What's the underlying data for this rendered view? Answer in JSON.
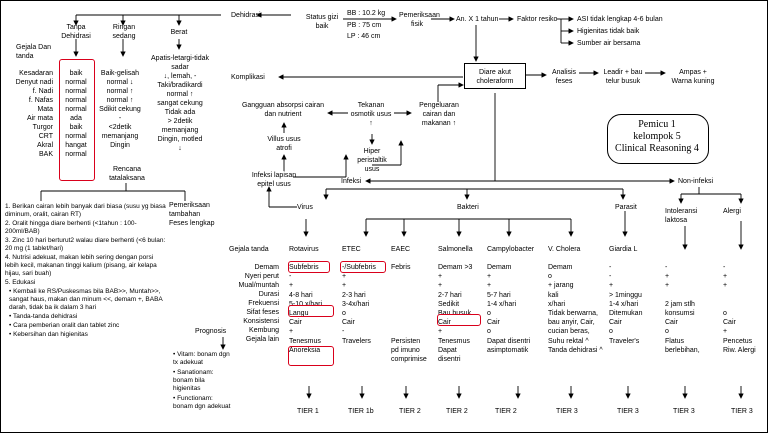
{
  "dehidrasi": {
    "root": "Dehidrasi",
    "tanpa": "Tanpa Dehidrasi",
    "ringan": "Ringan sedang",
    "berat": "Berat",
    "gejala_header": "Gejala Dan tanda",
    "labels": [
      "Kesadaran",
      "Denyut nadi",
      "f. Nadi",
      "f. Nafas",
      "Mata",
      "Air mata",
      "Turgor",
      "CRT",
      "Akral",
      "BAK"
    ],
    "tanpa_vals": [
      "baik",
      "normal",
      "normal",
      "normal",
      "normal",
      "ada",
      "baik",
      "normal",
      "hangat",
      "normal"
    ],
    "ringan_vals": [
      "Baik-gelisah",
      "normal ↓",
      "normal ↑",
      "normal ↑",
      "Sdikit cekung",
      "-",
      "<2detik",
      "memanjang",
      "Dingin",
      ""
    ],
    "berat_vals": [
      "Apatis-letargi-tidak sadar",
      "↓, lemah, -",
      "Taki/bradikardi",
      "normal ↑",
      "sangat cekung",
      "Tidak ada",
      "> 2detik",
      "memanjang",
      "Dingin, motled",
      "↓"
    ]
  },
  "status_gizi": {
    "label": "Status gizi baik",
    "bb": "BB : 10.2 kg",
    "pb": "PB : 75 cm",
    "lp": "LP : 46 cm",
    "pemeriksaan": "Pemeriksaan fisik",
    "an": "An. X 1 tahun",
    "faktor": "Faktor resiko",
    "faktor_items": [
      "ASI tidak lengkap 4-6 bulan",
      "Higienitas tidak baik",
      "Sumber air bersama"
    ]
  },
  "center": {
    "diare": "Diare akut choleraform",
    "analisis": "Analisis feses",
    "leadir": "Leadir + bau telur busuk",
    "ampas": "Ampas + Warna kuning",
    "komplikasi": "Komplikasi",
    "gangguan": "Gangguan absorpsi cairan dan nutrient",
    "tekanan": "Tekanan osmotik usus ↑",
    "pengeluaran": "Pengeluaran cairan dan makanan ↑",
    "villus": "Villus usus atrofi",
    "hiper": "Hiper peristaltik usus",
    "infeksi_lapisan": "Infeksi lapisan epitel usus",
    "infeksi": "Infeksi",
    "non_infeksi": "Non-infeksi"
  },
  "pemicu": {
    "line1": "Pemicu 1",
    "line2": "kelompok 5",
    "line3": "Clinical Reasoning 4"
  },
  "rencana": {
    "title": "Rencana tatalaksana",
    "items": [
      "1. Berikan cairan lebih banyak dari biasa (susu yg biasa diminum, oralit, cairan RT)",
      "2. Oralit hingga diare berhenti (<1tahun : 100-200ml/BAB)",
      "3. Zinc 10 hari berturut2 walau diare berhenti (<6 bulan: 20 mg (1 tablet/hari)",
      "4. Nutrisi adekuat, makan lebih sering dengan porsi lebih kecil, makanan tinggi kalium (pisang, air kelapa hijau, sari buah)",
      "5. Edukasi"
    ],
    "edukasi": [
      "• Kembali ke RS/Puskesmas bila BAB>>, Muntah>>, sangat haus, makan dan minum <<, demam +, BABA darah, tidak ba ik dalam 3 hari",
      "• Tanda-tanda dehidrasi",
      "• Cara pemberian oralit dan tablet zinc",
      "• Kebersihan dan higienitas"
    ],
    "pemeriksaan": "Pemeriksaan tambahan Feses lengkap"
  },
  "prognosis": {
    "title": "Prognosis",
    "items": [
      "• Vitam: bonam dgn tx adekuat",
      "• Sanationam: bonam bila higienitas",
      "• Functionam: bonam dgn adekuat"
    ]
  },
  "groups": {
    "virus": "Virus",
    "bakteri": "Bakteri",
    "parasit": "Parasit"
  },
  "row_labels": {
    "header": "Gejala tanda",
    "rows": [
      "Demam",
      "Nyeri perut",
      "Mual/muntah",
      "Durasi",
      "Frekuensi",
      "Sifat feses",
      "Konsistensi",
      "Kembung",
      "Gejala lain"
    ]
  },
  "organisms": [
    {
      "name": "Rotavirus",
      "tier": "TIER 1",
      "vals": [
        "Subfebris",
        "-",
        "+",
        "4-8 hari",
        "5-10 x/hari",
        "Langu",
        "Cair",
        "+",
        "Tenesmus\nAnoreksia"
      ]
    },
    {
      "name": "ETEC",
      "tier": "TIER 1b",
      "vals": [
        "-/Subfebris",
        "+",
        "+",
        "2-3 hari",
        "3-4x/hari",
        "o",
        "Cair",
        "-",
        "Travelers"
      ]
    },
    {
      "name": "EAEC",
      "tier": "TIER 2",
      "vals": [
        "Febris",
        "",
        "",
        "",
        "",
        "",
        "",
        "",
        "Persisten\npd imuno\ncomprimise"
      ]
    },
    {
      "name": "Salmonella",
      "tier": "TIER 2",
      "vals": [
        "Demam >3",
        "+",
        "+",
        "2-7 hari",
        "Sedikit",
        "Bau busuk",
        "Cair",
        "+",
        "Tenesmus\nDapat\ndisentri"
      ]
    },
    {
      "name": "Campylobacter",
      "tier": "TIER 2",
      "vals": [
        "Demam",
        "+",
        "+",
        "5-7 hari",
        "1-4 x/hari",
        "o",
        "Cair",
        "o",
        "Dapat disentri\nasimptomatik"
      ]
    },
    {
      "name": "V. Cholera",
      "tier": "TIER 3",
      "vals": [
        "Demam",
        "o",
        "+ jarang",
        "kali",
        "x/hari",
        "Tidak berwarna,",
        "bau anyir, Cair,",
        "cucian beras,",
        "Suhu rektal ^\nTanda dehidrasi ^"
      ]
    },
    {
      "name": "Giardia L",
      "tier": "TIER 3",
      "vals": [
        "-",
        "-",
        "+",
        "> 1minggu",
        "1-4 x/hari",
        "Ditemukan",
        "Cair",
        "o",
        "Traveler's"
      ]
    },
    {
      "name": "Intoleransi laktosa",
      "tier": "TIER 3",
      "vals": [
        "-",
        "+",
        "+",
        "",
        "2 jam stlh",
        "konsumsi",
        "Cair",
        "o",
        "Flatus\nberlebihan,"
      ]
    },
    {
      "name": "Alergi",
      "tier": "TIER 3",
      "vals": [
        "-",
        "+",
        "+",
        "",
        "",
        "o",
        "Cair",
        "+",
        "Pencetus\nRiw. Alergi"
      ]
    }
  ]
}
